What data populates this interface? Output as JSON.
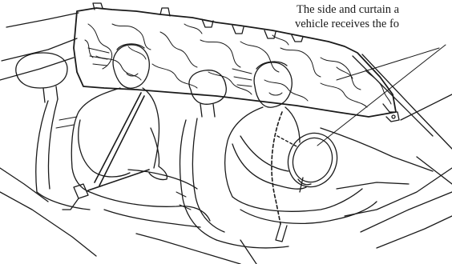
{
  "caption": {
    "line1": "The side and curtain a",
    "line2": "vehicle receives the fo"
  },
  "illustration": {
    "name": "curtain-airbag-deployment-illustration",
    "stroke_color": "#1a1a1a",
    "background_color": "#ffffff"
  }
}
